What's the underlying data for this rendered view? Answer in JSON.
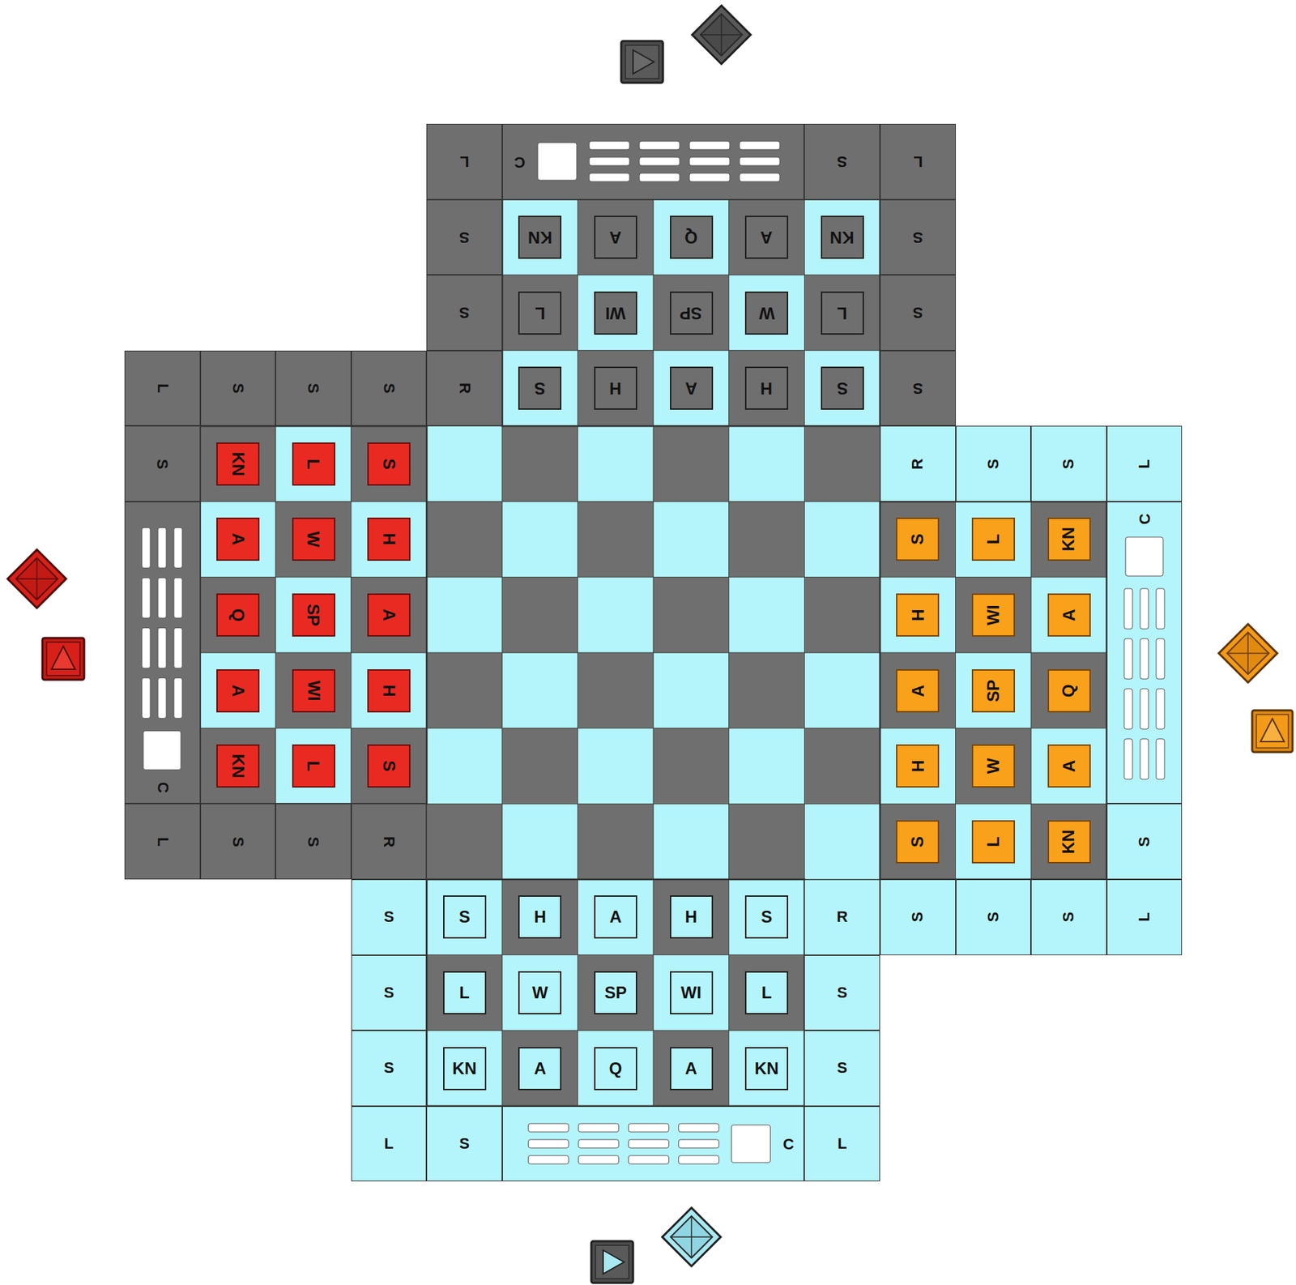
{
  "diagram": {
    "nodes": [
      {
        "text": [
          "L"
        ]
      },
      {
        "text": [
          "C"
        ]
      },
      {
        "text": [
          "S"
        ]
      },
      {
        "text": [
          "L"
        ]
      },
      {
        "text": [
          "S"
        ]
      },
      {
        "text": [
          "S"
        ]
      },
      {
        "text": [
          "KN"
        ]
      },
      {
        "text": [
          "A"
        ]
      },
      {
        "text": [
          "Q"
        ]
      },
      {
        "text": [
          "A"
        ]
      },
      {
        "text": [
          "KN"
        ]
      },
      {
        "text": [
          "S"
        ]
      },
      {
        "text": [
          "S"
        ]
      },
      {
        "text": [
          "L"
        ]
      },
      {
        "text": [
          "WI"
        ]
      },
      {
        "text": [
          "SP"
        ]
      },
      {
        "text": [
          "W"
        ]
      },
      {
        "text": [
          "L"
        ]
      },
      {
        "text": [
          "L"
        ]
      },
      {
        "text": [
          "S"
        ]
      },
      {
        "text": [
          "S"
        ]
      },
      {
        "text": [
          "S"
        ]
      },
      {
        "text": [
          "R"
        ]
      },
      {
        "text": [
          "S"
        ]
      },
      {
        "text": [
          "H"
        ]
      },
      {
        "text": [
          "A"
        ]
      },
      {
        "text": [
          "H"
        ]
      },
      {
        "text": [
          "S"
        ]
      },
      {
        "text": [
          "S"
        ]
      },
      {
        "text": [
          "S"
        ]
      },
      {
        "text": [
          "KN"
        ]
      },
      {
        "text": [
          "L"
        ]
      },
      {
        "text": [
          "S"
        ]
      },
      {
        "text": [
          "R"
        ]
      },
      {
        "text": [
          "S"
        ]
      },
      {
        "text": [
          "S"
        ]
      },
      {
        "text": [
          "L"
        ]
      },
      {
        "text": [
          "C"
        ]
      },
      {
        "text": [
          "A"
        ]
      },
      {
        "text": [
          "W"
        ]
      },
      {
        "text": [
          "H"
        ]
      },
      {
        "text": [
          "S"
        ]
      },
      {
        "text": [
          "L"
        ]
      },
      {
        "text": [
          "KN"
        ]
      },
      {
        "text": [
          "C"
        ]
      },
      {
        "text": [
          "Q"
        ]
      },
      {
        "text": [
          "SP"
        ]
      },
      {
        "text": [
          "A"
        ]
      },
      {
        "text": [
          "H"
        ]
      },
      {
        "text": [
          "WI"
        ]
      },
      {
        "text": [
          "A"
        ]
      },
      {
        "text": [
          "A"
        ]
      },
      {
        "text": [
          "WI"
        ]
      },
      {
        "text": [
          "H"
        ]
      },
      {
        "text": [
          "A"
        ]
      },
      {
        "text": [
          "SP"
        ]
      },
      {
        "text": [
          "Q"
        ]
      },
      {
        "text": [
          "KN"
        ]
      },
      {
        "text": [
          "L"
        ]
      },
      {
        "text": [
          "S"
        ]
      },
      {
        "text": [
          "H"
        ]
      },
      {
        "text": [
          "W"
        ]
      },
      {
        "text": [
          "A"
        ]
      },
      {
        "text": [
          "L"
        ]
      },
      {
        "text": [
          "S"
        ]
      },
      {
        "text": [
          "S"
        ]
      },
      {
        "text": [
          "R"
        ]
      },
      {
        "text": [
          "S"
        ]
      },
      {
        "text": [
          "L"
        ]
      },
      {
        "text": [
          "KN"
        ]
      },
      {
        "text": [
          "S"
        ]
      },
      {
        "text": [
          "S"
        ]
      },
      {
        "text": [
          "S"
        ]
      },
      {
        "text": [
          "H"
        ]
      },
      {
        "text": [
          "A"
        ]
      },
      {
        "text": [
          "H"
        ]
      },
      {
        "text": [
          "S"
        ]
      },
      {
        "text": [
          "R"
        ]
      },
      {
        "text": [
          "S"
        ]
      },
      {
        "text": [
          "S"
        ]
      },
      {
        "text": [
          "S"
        ]
      },
      {
        "text": [
          "L"
        ]
      },
      {
        "text": [
          "S"
        ]
      },
      {
        "text": [
          "L"
        ]
      },
      {
        "text": [
          "W"
        ]
      },
      {
        "text": [
          "SP"
        ]
      },
      {
        "text": [
          "WI"
        ]
      },
      {
        "text": [
          "L"
        ]
      },
      {
        "text": [
          "S"
        ]
      },
      {
        "text": [
          "S"
        ]
      },
      {
        "text": [
          "KN"
        ]
      },
      {
        "text": [
          "A"
        ]
      },
      {
        "text": [
          "Q"
        ]
      },
      {
        "text": [
          "A"
        ]
      },
      {
        "text": [
          "KN"
        ]
      },
      {
        "text": [
          "S"
        ]
      },
      {
        "text": [
          "L"
        ]
      },
      {
        "text": [
          "S"
        ]
      },
      {
        "text": [
          "C"
        ]
      },
      {
        "text": [
          "L"
        ]
      }
    ]
  }
}
